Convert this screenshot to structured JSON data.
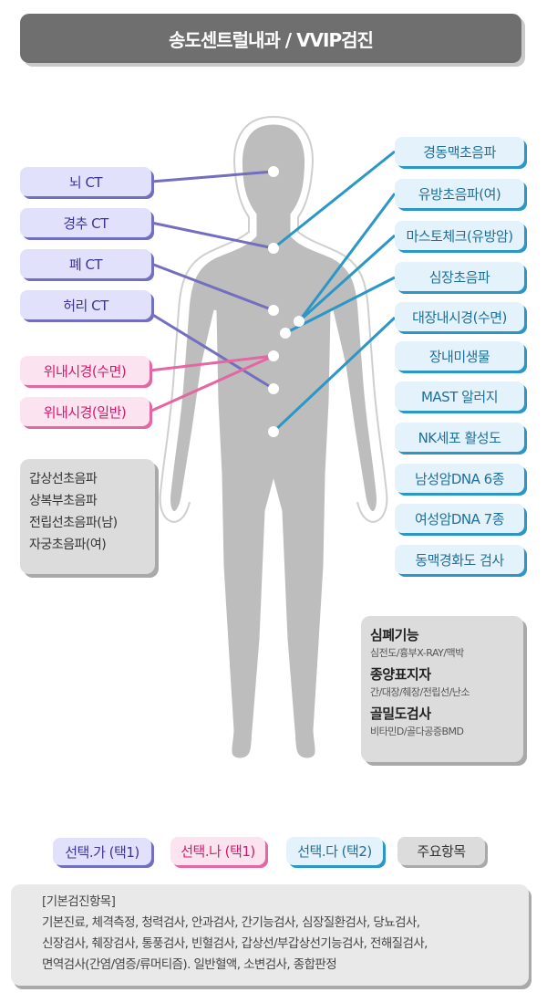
{
  "title": "송도센트럴내과 / VVIP검진",
  "left_purple": [
    "뇌 CT",
    "경추 CT",
    "폐 CT",
    "허리 CT"
  ],
  "left_pink": [
    "위내시경(수면)",
    "위내시경(일반)"
  ],
  "left_gray": [
    "갑상선초음파",
    "상복부초음파",
    "전립선초음파(남)",
    "자궁초음파(여)"
  ],
  "right_blue": [
    "경동맥초음파",
    "유방초음파(여)",
    "마스토체크(유방암)",
    "심장초음파",
    "대장내시경(수면)",
    "장내미생물",
    "MAST 알러지",
    "NK세포 활성도",
    "남성암DNA 6종",
    "여성암DNA 7종",
    "동맥경화도 검사"
  ],
  "right_gray": [
    {
      "h": "심폐기능",
      "s": "심전도/흉부X-RAY/맥박"
    },
    {
      "h": "종양표지자",
      "s": "간/대장/췌장/전립선/난소"
    },
    {
      "h": "골밀도검사",
      "s": "비타민D/골다공증BMD"
    }
  ],
  "legend": [
    "선택.가 (택1)",
    "선택.나 (택1)",
    "선택.다 (택2)",
    "주요항목"
  ],
  "basic": {
    "title": "[기본검진항목]",
    "lines": [
      "기본진료, 체격측정, 청력검사, 안과검사, 간기능검사, 심장질환검사, 당뇨검사,",
      "신장검사, 췌장검사, 통풍검사, 빈혈검사, 갑상선/부갑상선기능검사, 전해질검사,",
      "면역검사(간염/염증/류머티즘). 일반혈액, 소변검사, 종합판정"
    ]
  },
  "colors": {
    "purple": "#736fc0",
    "pink": "#e466a2",
    "blue": "#2b97c6",
    "gray": "#a9a9a9"
  }
}
